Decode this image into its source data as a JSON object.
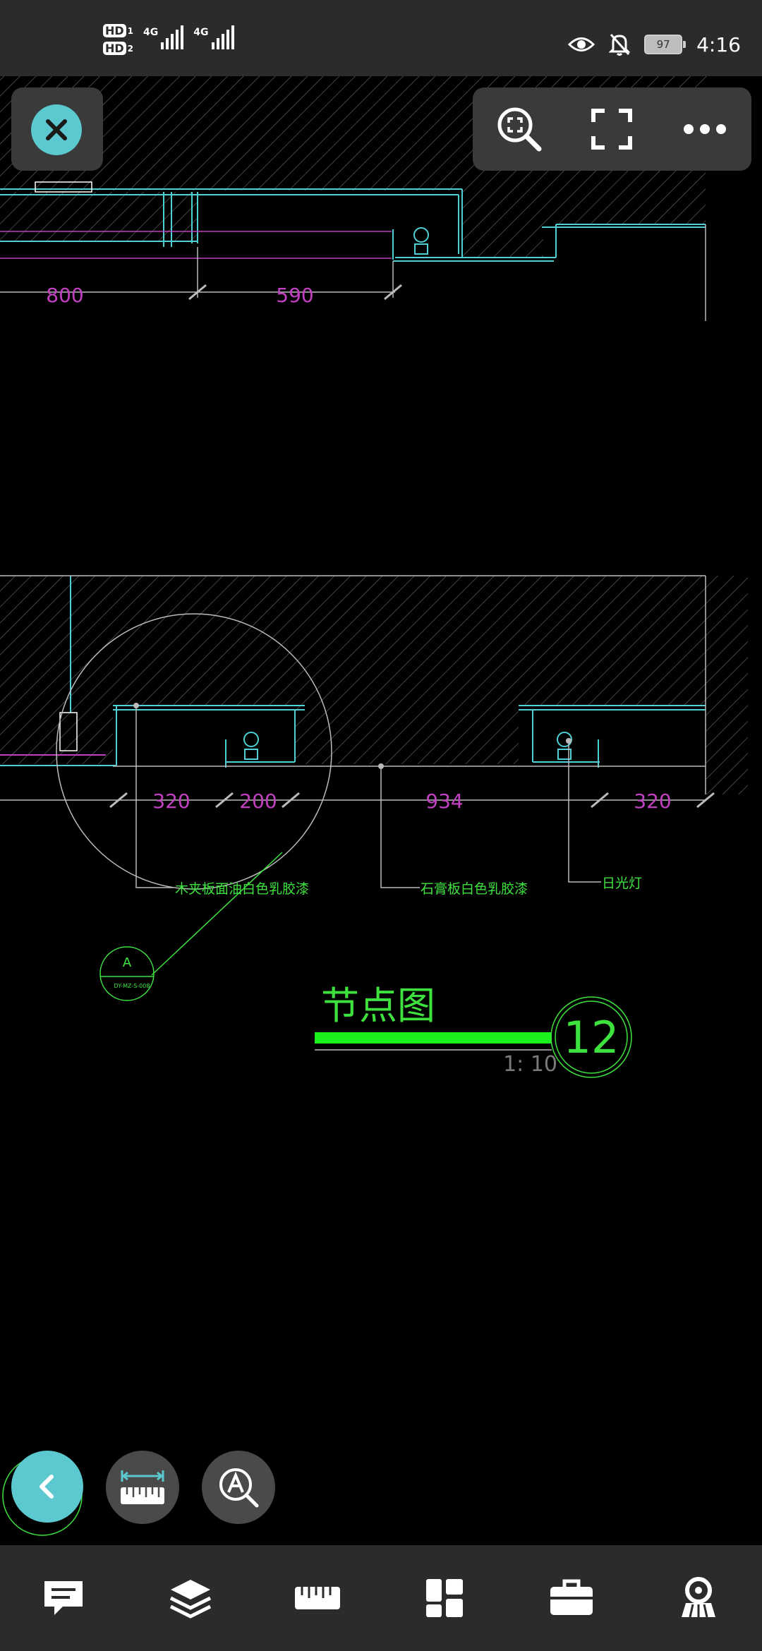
{
  "status_bar": {
    "sim1_badge": "HD",
    "sim1_index": "1",
    "sim2_badge": "HD",
    "sim2_index": "2",
    "network1": "4G",
    "network2": "4G",
    "battery": "97",
    "time": "4:16",
    "icons": [
      "eye-icon",
      "bell-off-icon",
      "battery-icon"
    ]
  },
  "top_toolbar": {
    "close_icon": "close-icon",
    "tools": [
      "zoom-fit-icon",
      "fullscreen-icon",
      "more-icon"
    ]
  },
  "drawing": {
    "dim_top": [
      "800",
      "590"
    ],
    "dim_bottom": [
      "320",
      "200",
      "934",
      "320"
    ],
    "annotations": [
      "木夹板面油白色乳胶漆",
      "石膏板白色乳胶漆",
      "日光灯"
    ],
    "callout_letter": "A",
    "callout_ref": "DY-MZ-S-008",
    "detail_title": "节点图",
    "detail_scale": "1: 10",
    "detail_number": "12",
    "colors": {
      "line": "#4fd0d6",
      "dim": "#c040c0",
      "note": "#3ee23e",
      "hatch": "#5a5a5a"
    }
  },
  "floating_buttons": [
    "back-icon",
    "measure-icon",
    "text-search-icon"
  ],
  "bottom_toolbar": [
    "comment-icon",
    "layers-icon",
    "ruler-icon",
    "layout-icon",
    "toolbox-icon",
    "user-settings-icon"
  ]
}
